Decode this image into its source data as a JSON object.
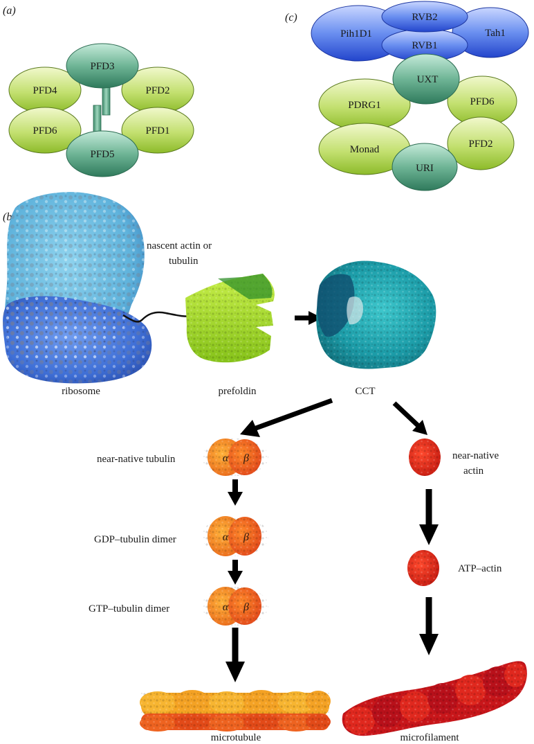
{
  "panels": {
    "a": {
      "label": "(a)"
    },
    "b": {
      "label": "(b)"
    },
    "c": {
      "label": "(c)"
    }
  },
  "prefoldin_complex": {
    "subunits": {
      "pfd3": "PFD3",
      "pfd4": "PFD4",
      "pfd2": "PFD2",
      "pfd6": "PFD6",
      "pfd1": "PFD1",
      "pfd5": "PFD5"
    }
  },
  "prefoldin_like_complex": {
    "subunits": {
      "pih1d1": "Pih1D1",
      "rvb2": "RVB2",
      "rvb1": "RVB1",
      "tah1": "Tah1",
      "uxt": "UXT",
      "pdrg1": "PDRG1",
      "pfd6": "PFD6",
      "monad": "Monad",
      "pfd2": "PFD2",
      "uri": "URI"
    }
  },
  "pathway": {
    "nascent_line1": "nascent actin or",
    "nascent_line2": "tubulin",
    "ribosome": "ribosome",
    "prefoldin": "prefoldin",
    "cct": "CCT",
    "near_native_tubulin": "near-native tubulin",
    "near_native_actin_line1": "near-native",
    "near_native_actin_line2": "actin",
    "gdp_tubulin": "GDP–tubulin dimer",
    "gtp_tubulin": "GTP–tubulin dimer",
    "atp_actin": "ATP–actin",
    "microtubule": "microtubule",
    "microfilament": "microfilament",
    "alpha": "α",
    "beta": "β"
  },
  "colors": {
    "green_light": "#dbee9c",
    "green_mid": "#a9cf45",
    "teal_light": "#a3d9c4",
    "teal_dark": "#3f8c6e",
    "blue_light": "#9ab6ff",
    "blue_dark": "#2a55d8",
    "ribosome_light": "#7fc8e6",
    "ribosome_dark": "#3f74d6",
    "prefoldin_green": "#a8dc2e",
    "cct_teal": "#1f9aa6",
    "tubulin_orange": "#f07a1e",
    "actin_red": "#e02a18",
    "arrow": "#000000"
  }
}
